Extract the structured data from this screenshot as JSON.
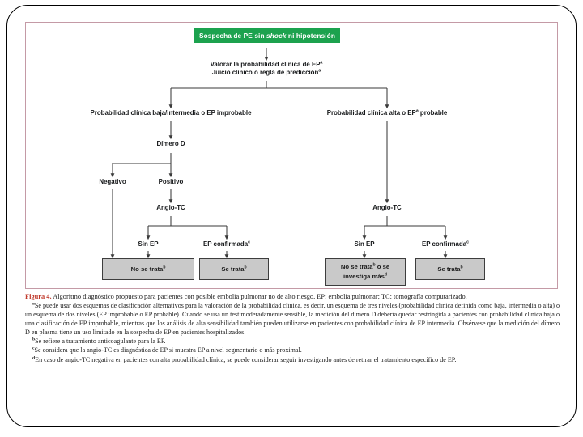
{
  "figure": {
    "label": "Figura 4.",
    "caption": " Algoritmo diagnóstico propuesto para pacientes con posible embolia pulmonar no de alto riesgo. EP: embolia pulmonar; TC: tomografía computarizado."
  },
  "flowchart": {
    "banner": {
      "text_before": "Sospecha de PE sin ",
      "text_italic": "shock",
      "text_after": " ni hipotensión"
    },
    "assess": {
      "line1": "Valorar la probabilidad clínica de EP",
      "line1_sup": "a",
      "line2": "Juicio clínico o regla de predicción",
      "line2_sup": "a"
    },
    "branch_left": "Probabilidad clínica baja/intermedia o EP improbable",
    "branch_right": "Probabilidad clínica alta o EP",
    "branch_right_sup": "a",
    "branch_right_tail": " probable",
    "dimer": "Dímero D",
    "dimer_negative": "Negativo",
    "dimer_positive": "Positivo",
    "angio_left": "Angio-TC",
    "angio_right": "Angio-TC",
    "left_sin_ep": "Sin EP",
    "left_ep_confirmada": "EP confirmada",
    "left_ep_confirmada_sup": "c",
    "right_sin_ep": "Sin EP",
    "right_ep_confirmada": "EP confirmada",
    "right_ep_confirmada_sup": "c",
    "outcome_no_trata_left": "No se trata",
    "outcome_no_trata_left_sup": "b",
    "outcome_trata_left": "Se trata",
    "outcome_trata_left_sup": "b",
    "outcome_right_line1": "No se trata",
    "outcome_right_line1_sup": "b",
    "outcome_right_line1_tail": " o se",
    "outcome_right_line2": "investiga más",
    "outcome_right_line2_sup": "d",
    "outcome_trata_right": "Se trata",
    "outcome_trata_right_sup": "b"
  },
  "notes": {
    "a_sup": "a",
    "a": "Se puede usar dos esquemas de clasificación alternativos para la valoración de la probabilidad clínica, es decir, un esquema de tres niveles (probabilidad clínica definida como baja, intermedia o alta) o un esquema de dos niveles (EP improbable o EP probable). Cuando se usa un test moderadamente sensible, la medición del dímero D debería quedar restringida a pacientes con probabilidad clínica baja o una clasificación de EP improbable, mientras que los análisis de alta sensibilidad también pueden utilizarse en pacientes con probabilidad clínica de EP intermedia. Obsérvese que la medición del dímero D en plasma tiene un uso limitado en la sospecha de EP en pacientes hospitalizados.",
    "b_sup": "b",
    "b": "Se refiere a tratamiento anticoagulante para la EP.",
    "c_sup": "c",
    "c": "Se considera que la angio-TC es diagnóstica de EP si muestra EP a nivel segmentario o más proximal.",
    "d_sup": "d",
    "d": "En caso de angio-TC negativa en pacientes con alta probabilidad clínica, se puede considerar seguir investigando antes de retirar el tratamiento específico de EP."
  },
  "colors": {
    "banner_green": "#1ca24e",
    "box_gray": "#c9c9c9",
    "panel_border": "#c49aa6",
    "figure_label_red": "#c0392b"
  }
}
